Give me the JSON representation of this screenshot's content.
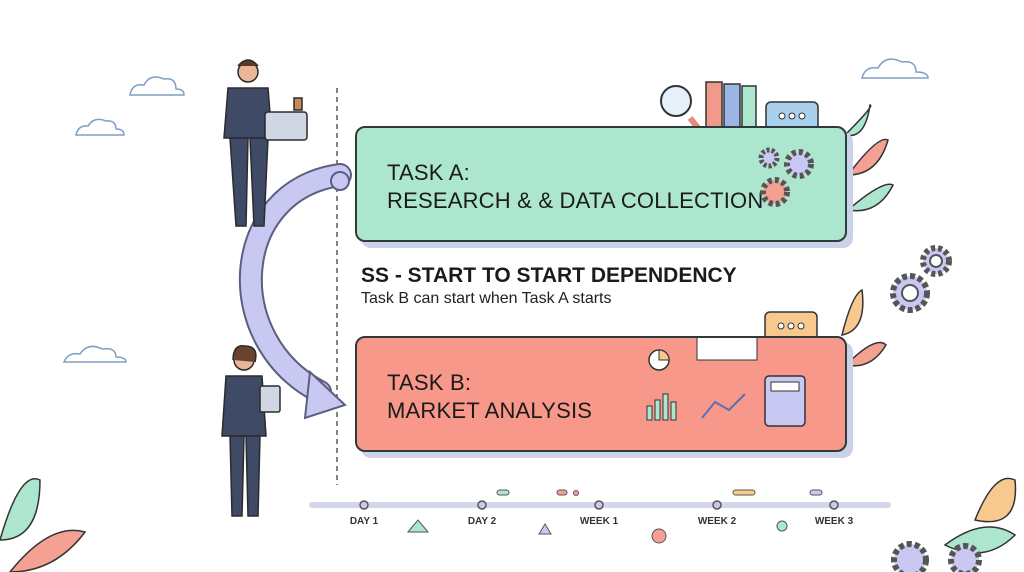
{
  "task_a": {
    "line1": "TASK A:",
    "line2": "RESEARCH & & DATA COLLECTION",
    "color": "#ace6ce"
  },
  "task_b": {
    "line1": "TASK B:",
    "line2": "MARKET ANALYSIS",
    "color": "#f7988a"
  },
  "dependency": {
    "title": "SS - START TO START DEPENDENCY",
    "subtitle": "Task B can start when Task A starts"
  },
  "timeline": {
    "labels": [
      "DAY 1",
      "DAY 2",
      "WEEK 1",
      "WEEK 2",
      "WEEK 3"
    ]
  },
  "icons": [
    "magnifier-icon",
    "binders-icon",
    "chat-bubble-icon",
    "gear-icon",
    "pie-chart-icon",
    "bar-chart-icon",
    "line-chart-icon",
    "calculator-icon",
    "leaf-icon",
    "cloud-icon"
  ]
}
